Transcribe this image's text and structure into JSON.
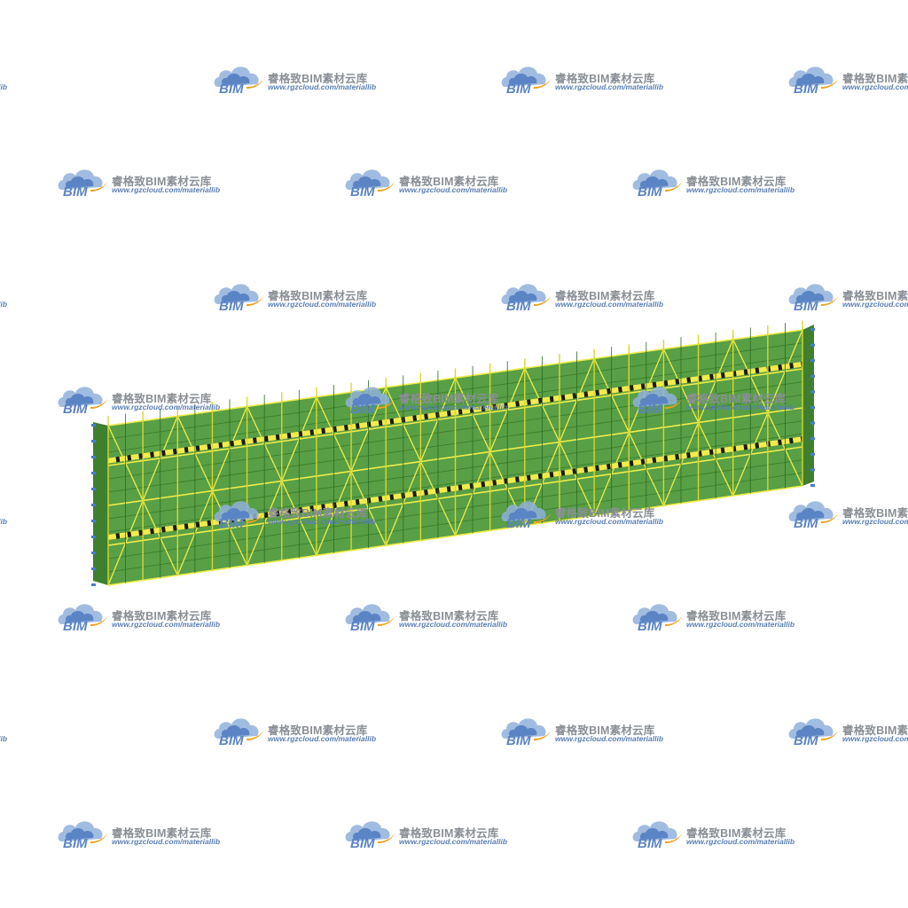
{
  "watermark": {
    "name": "睿格致BIM素材云库",
    "url": "www.rgzcloud.com/materiallib",
    "logo_text": "BIM",
    "logo_colors": {
      "cloud": "#5b84c4",
      "cloud_light": "#8fb0dc",
      "swoosh": "#f0a020"
    },
    "icon": "cloud-logo-icon"
  },
  "model": {
    "icon": "scaffold-wall-model",
    "colors": {
      "mesh_front": "#4f9a3c",
      "mesh_dark": "#3d7d2d",
      "mesh_side": "#3f8030",
      "tube": "#d8d82a",
      "tube_light": "#f0ec4a",
      "frame": "#2e6b22",
      "coupler": "#1a1a1a"
    }
  }
}
